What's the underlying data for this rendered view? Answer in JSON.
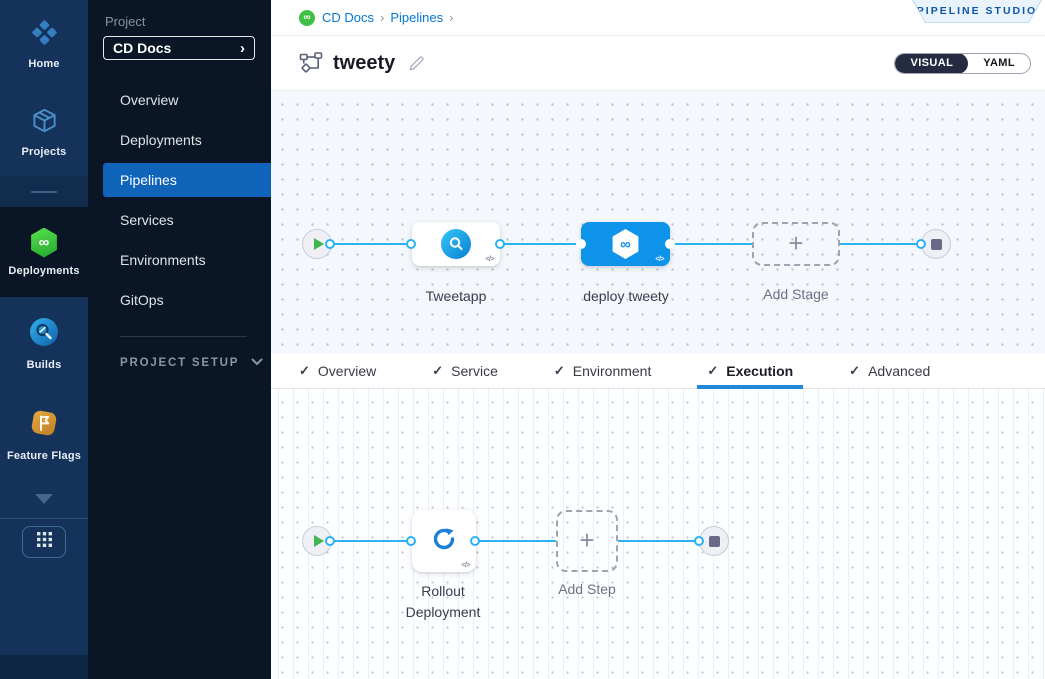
{
  "glyphs": {
    "infinity": "∞",
    "code": "</>",
    "plus": "+",
    "chevron_right": "›",
    "check": "✓"
  },
  "module_nav": {
    "items": [
      {
        "label": "Home"
      },
      {
        "label": "Projects"
      },
      {
        "label": "Deployments"
      },
      {
        "label": "Builds"
      },
      {
        "label": "Feature Flags"
      }
    ],
    "active": "Deployments"
  },
  "project_nav": {
    "section_label": "Project",
    "selector_value": "CD Docs",
    "items": [
      {
        "label": "Overview"
      },
      {
        "label": "Deployments"
      },
      {
        "label": "Pipelines"
      },
      {
        "label": "Services"
      },
      {
        "label": "Environments"
      },
      {
        "label": "GitOps"
      }
    ],
    "active": "Pipelines",
    "setup_label": "PROJECT SETUP"
  },
  "header": {
    "breadcrumb": {
      "project": "CD Docs",
      "section": "Pipelines"
    },
    "studio_badge": "PIPELINE STUDIO",
    "pipeline_title": "tweety",
    "toggle": {
      "visual": "VISUAL",
      "yaml": "YAML",
      "selected": "VISUAL"
    }
  },
  "stage_pipeline": {
    "stages": [
      {
        "label": "Tweetapp",
        "type": "build"
      },
      {
        "label": "deploy tweety",
        "type": "deploy",
        "selected": true
      },
      {
        "label": "Add Stage",
        "type": "add"
      }
    ]
  },
  "tabs": {
    "items": [
      {
        "label": "Overview",
        "checked": true
      },
      {
        "label": "Service",
        "checked": true
      },
      {
        "label": "Environment",
        "checked": true
      },
      {
        "label": "Execution",
        "checked": true
      },
      {
        "label": "Advanced",
        "checked": true
      }
    ],
    "active": "Execution"
  },
  "execution_pipeline": {
    "steps": [
      {
        "label": "Rollout Deployment",
        "type": "step"
      },
      {
        "label": "Add Step",
        "type": "add"
      }
    ]
  },
  "colors": {
    "accent_blue": "#0278d5",
    "connector_blue": "#2bb2f0",
    "selected_stage_blue": "#0d93e9",
    "nav_active_blue": "#1064b9",
    "module_green": "#31b549",
    "rail_navy": "#14325a",
    "sidebar_dark": "#0a1625",
    "tab_underline": "#1f88da"
  }
}
